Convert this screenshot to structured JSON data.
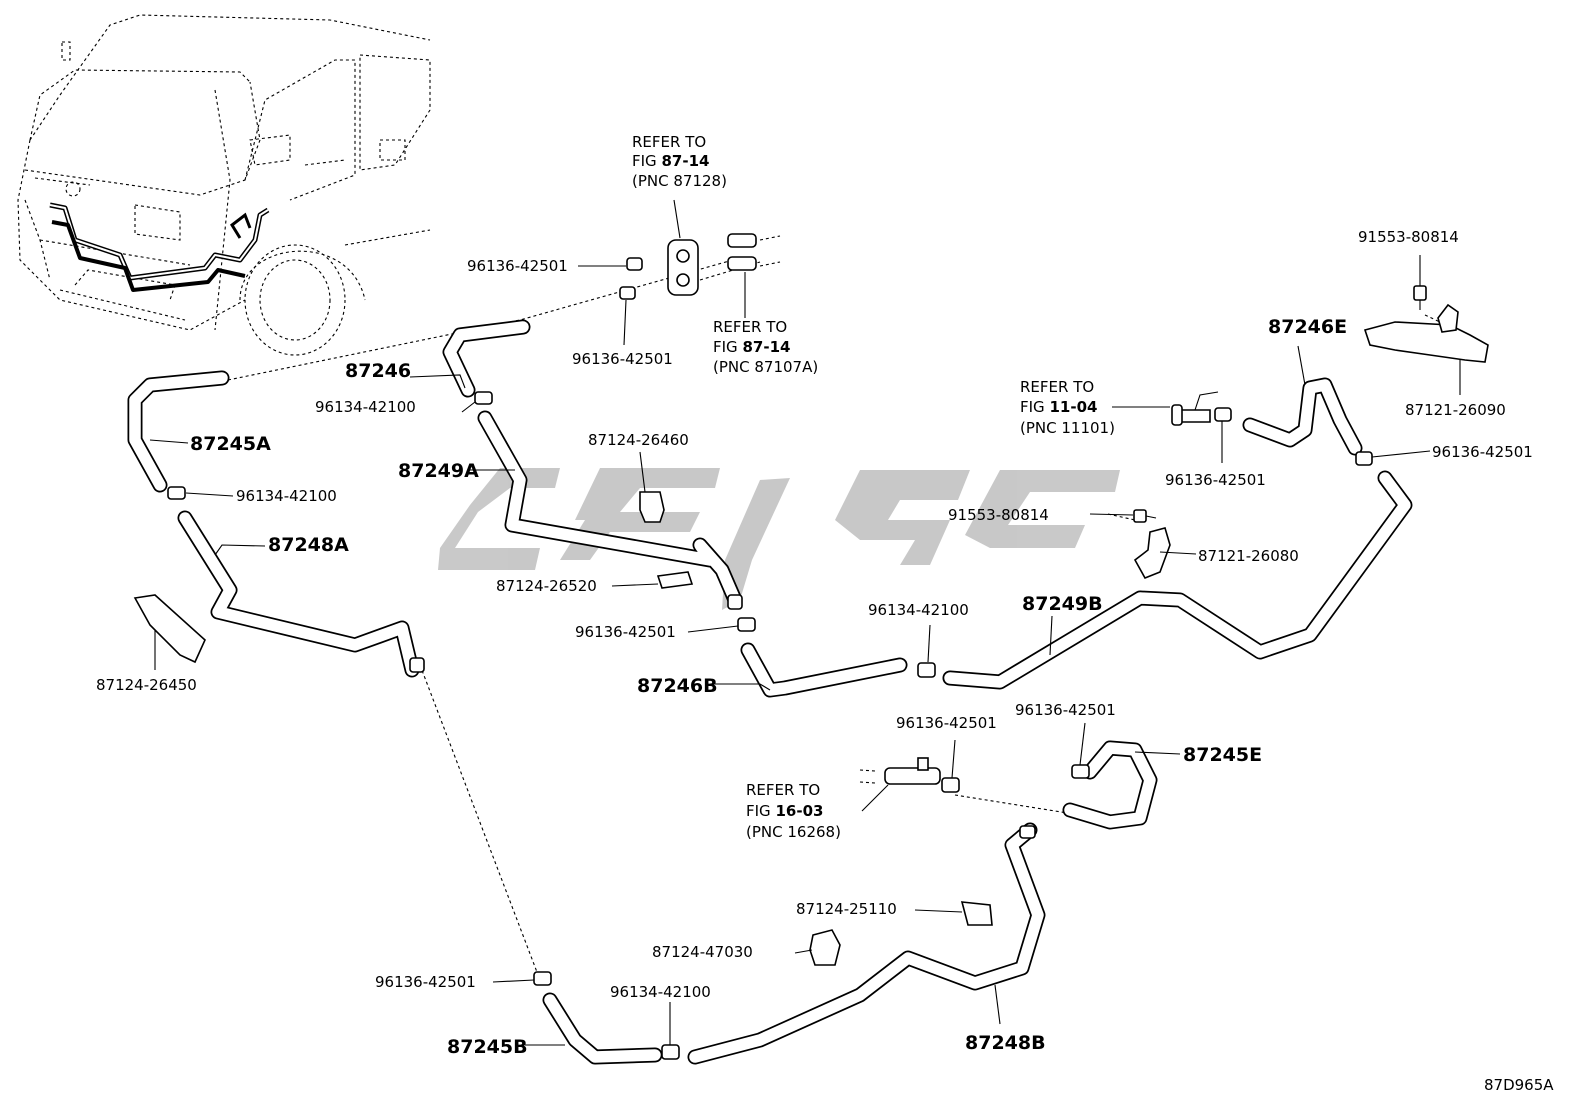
{
  "diagram_code": "87D965A",
  "part_labels": {
    "p87246": "87246",
    "p87245A": "87245A",
    "p87248A": "87248A",
    "p87249A": "87249A",
    "p87246B": "87246B",
    "p87245B": "87245B",
    "p87248B": "87248B",
    "p87249B": "87249B",
    "p87245E": "87245E",
    "p87246E": "87246E",
    "c96136_top1": "96136-42501",
    "c96136_top2": "96136-42501",
    "c96134_a": "96134-42100",
    "c96134_b": "96134-42100",
    "c96136_mid": "96136-42501",
    "c96134_mid": "96134-42100",
    "c96136_lower": "96136-42501",
    "c96136_lower2": "96136-42501",
    "c96136_bottom": "96136-42501",
    "c96134_bottom": "96134-42100",
    "c96136_right1": "96136-42501",
    "c96136_right2": "96136-42501",
    "k87124_26460": "87124-26460",
    "k87124_26520": "87124-26520",
    "k87124_26450": "87124-26450",
    "k87124_25110": "87124-25110",
    "k87124_47030": "87124-47030",
    "b91553_top": "91553-80814",
    "b91553_mid": "91553-80814",
    "k87121_26090": "87121-26090",
    "k87121_26080": "87121-26080"
  },
  "references": {
    "ref1": {
      "line1": "REFER TO",
      "fig_prefix": "FIG",
      "fig": "87-14",
      "pnc": "(PNC 87128)"
    },
    "ref2": {
      "line1": "REFER TO",
      "fig_prefix": "FIG",
      "fig": "87-14",
      "pnc": "(PNC 87107A)"
    },
    "ref3": {
      "line1": "REFER TO",
      "fig_prefix": "FIG",
      "fig": "11-04",
      "pnc": "(PNC 11101)"
    },
    "ref4": {
      "line1": "REFER TO",
      "fig_prefix": "FIG",
      "fig": "16-03",
      "pnc": "(PNC 16268)"
    }
  }
}
